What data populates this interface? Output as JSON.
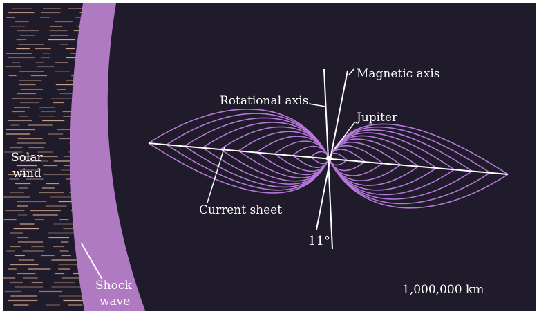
{
  "colors": {
    "background": "#201b2a",
    "shock_band": "#b07ac2",
    "field_lines": "#b577d9",
    "wind_streaks": "#e8b89a",
    "text": "#ffffff"
  },
  "labels": {
    "solar_wind_line1": "Solar",
    "solar_wind_line2": "wind",
    "shock_line1": "Shock",
    "shock_line2": "wave",
    "rotational_axis": "Rotational axis",
    "magnetic_axis": "Magnetic axis",
    "jupiter": "Jupiter",
    "current_sheet": "Current sheet",
    "tilt_angle": "11°",
    "scale": "1,000,000 km"
  }
}
